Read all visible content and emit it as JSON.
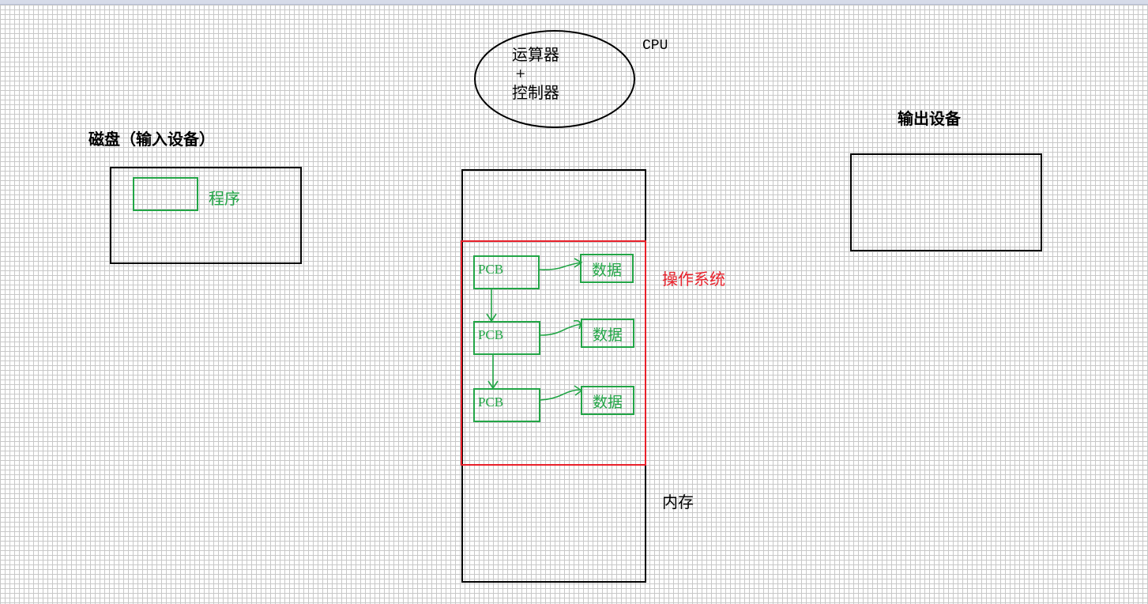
{
  "cpu": {
    "label": "CPU",
    "line1": "运算器",
    "plus": "+",
    "line2": "控制器"
  },
  "disk": {
    "label": "磁盘（输入设备）",
    "program_label": "程序"
  },
  "output": {
    "label": "输出设备"
  },
  "memory": {
    "label": "内存",
    "os_label": "操作系统",
    "pcbs": [
      {
        "pcb": "PCB",
        "data": "数据"
      },
      {
        "pcb": "PCB",
        "data": "数据"
      },
      {
        "pcb": "PCB",
        "data": "数据"
      }
    ]
  },
  "colors": {
    "outline": "#000000",
    "process": "#22a546",
    "os": "#e8202a",
    "grid": "#c8c8c8"
  }
}
